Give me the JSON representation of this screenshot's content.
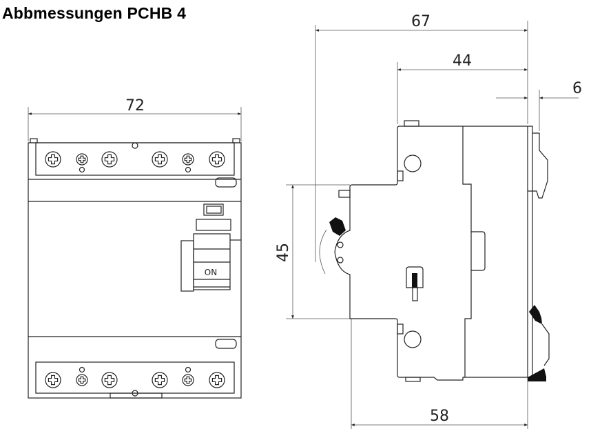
{
  "title": "Abbmessungen PCHB 4",
  "front_view": {
    "width_label": "72",
    "switch_label": "ON"
  },
  "side_view": {
    "depth_total_label": "67",
    "depth_upper_label": "44",
    "clip_label": "6",
    "height_label": "45",
    "depth_base_label": "58"
  }
}
